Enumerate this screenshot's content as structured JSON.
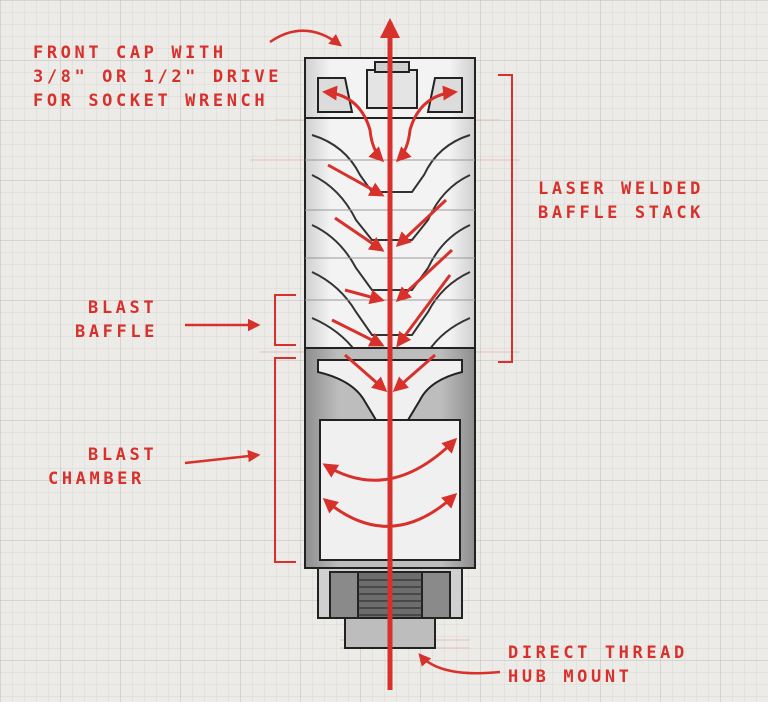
{
  "labels": {
    "front_cap": [
      "FRONT CAP WITH",
      "3/8\" OR 1/2\" DRIVE",
      "FOR SOCKET WRENCH"
    ],
    "baffle_stack": [
      "LASER WELDED",
      "BAFFLE STACK"
    ],
    "blast_baffle": [
      "BLAST",
      "BAFFLE"
    ],
    "blast_chamber": [
      "BLAST",
      "CHAMBER"
    ],
    "hub_mount": [
      "DIRECT THREAD",
      "HUB MOUNT"
    ]
  },
  "colors": {
    "annotation": "#d8312c",
    "paper": "#ecebe7",
    "grid": "#c9c8c4",
    "body_light": "#f2f2f2",
    "body_shade": "#a9a9a9",
    "outline": "#222222"
  }
}
